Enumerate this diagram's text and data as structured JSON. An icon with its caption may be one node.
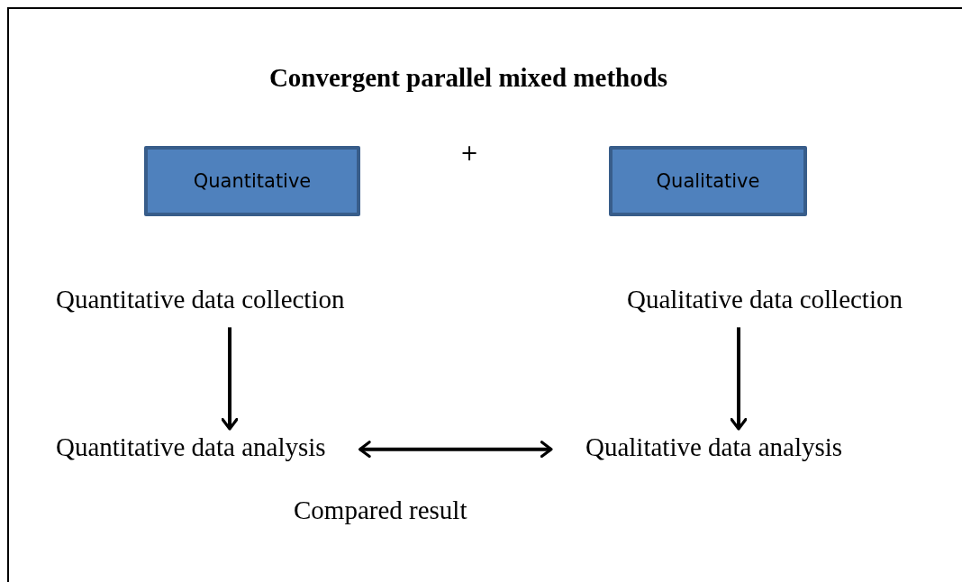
{
  "diagram": {
    "title": "Convergent parallel mixed methods",
    "nodes": [
      {
        "text": [
          "Quantitative"
        ]
      },
      {
        "text": [
          "Qualitative"
        ]
      },
      {
        "text": [
          "Quantitative data collection"
        ]
      },
      {
        "text": [
          "Qualitative data collection"
        ]
      },
      {
        "text": [
          "Quantitative data analysis"
        ]
      },
      {
        "text": [
          "Qualitative data analysis"
        ]
      }
    ],
    "edges": [
      {
        "from": 2,
        "to": 4,
        "arrow": "to"
      },
      {
        "from": 3,
        "to": 5,
        "arrow": "to"
      },
      {
        "from": 4,
        "to": 5,
        "arrow": "both"
      }
    ],
    "labels": [
      "+",
      "Compared result"
    ]
  }
}
